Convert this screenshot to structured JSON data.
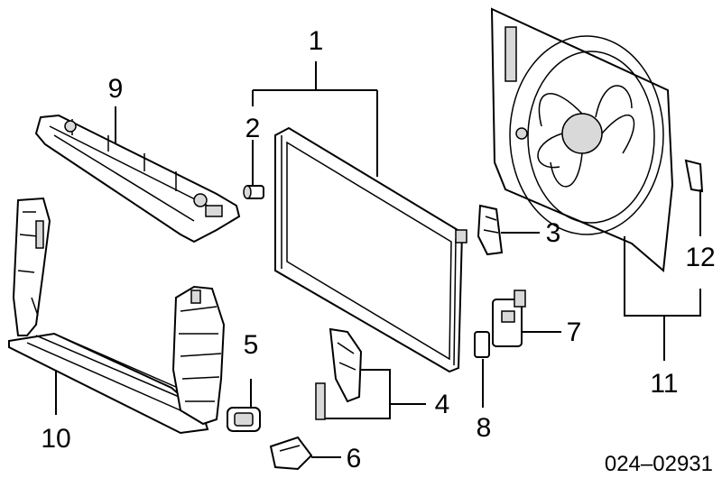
{
  "diagram": {
    "callouts": [
      "1",
      "2",
      "3",
      "4",
      "5",
      "6",
      "7",
      "8",
      "9",
      "10",
      "11",
      "12"
    ],
    "catalog_number": "024–02931"
  }
}
